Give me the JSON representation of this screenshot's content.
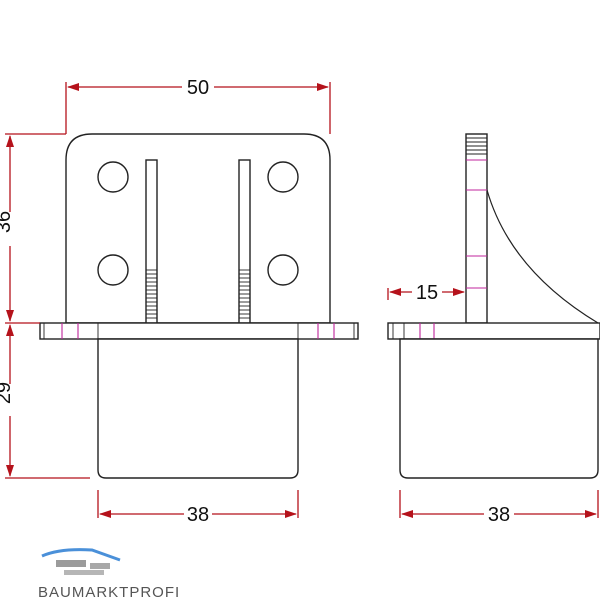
{
  "dimensions": {
    "front_width": "50",
    "front_upper_height": "36",
    "front_lower_height": "29",
    "front_base_width": "38",
    "side_offset": "15",
    "side_base_width": "38"
  },
  "logo": {
    "text": "BAUMARKTPROFI"
  },
  "colors": {
    "dimension_line": "#b5121b",
    "outline": "#222222",
    "accent": "#c0249c",
    "logo_blue": "#4a90d9",
    "logo_gray": "#7a7a7a"
  }
}
